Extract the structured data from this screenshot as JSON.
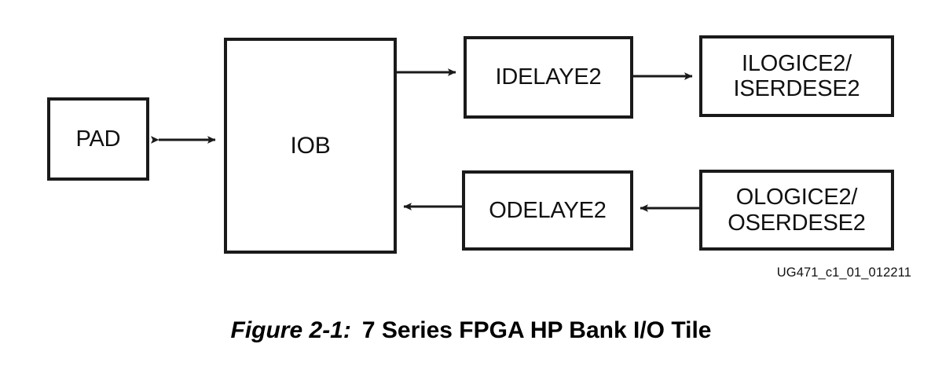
{
  "figure": {
    "number": "Figure 2-1:",
    "title": "7 Series FPGA HP Bank I/O Tile",
    "refcode": "UG471_c1_01_012211",
    "background_color": "#ffffff",
    "stroke_color": "#1a1a1a"
  },
  "diagram": {
    "type": "block-diagram",
    "nodes": [
      {
        "id": "pad",
        "label": "PAD"
      },
      {
        "id": "iob",
        "label": "IOB"
      },
      {
        "id": "idelaye2",
        "label": "IDELAYE2"
      },
      {
        "id": "ilogice2",
        "label": "ILOGICE2/\nISERDESE2"
      },
      {
        "id": "odelaye2",
        "label": "ODELAYE2"
      },
      {
        "id": "ologice2",
        "label": "OLOGICE2/\nOSERDESE2"
      }
    ],
    "edges": [
      {
        "id": "pad-iob",
        "from": "pad",
        "to": "iob",
        "direction": "bidirectional"
      },
      {
        "id": "iob-idelaye2",
        "from": "iob",
        "to": "idelaye2",
        "direction": "forward"
      },
      {
        "id": "idelaye2-ilogice2",
        "from": "idelaye2",
        "to": "ilogice2",
        "direction": "forward"
      },
      {
        "id": "odelaye2-iob",
        "from": "odelaye2",
        "to": "iob",
        "direction": "forward"
      },
      {
        "id": "ologice2-odelaye2",
        "from": "ologice2",
        "to": "odelaye2",
        "direction": "forward"
      }
    ]
  }
}
